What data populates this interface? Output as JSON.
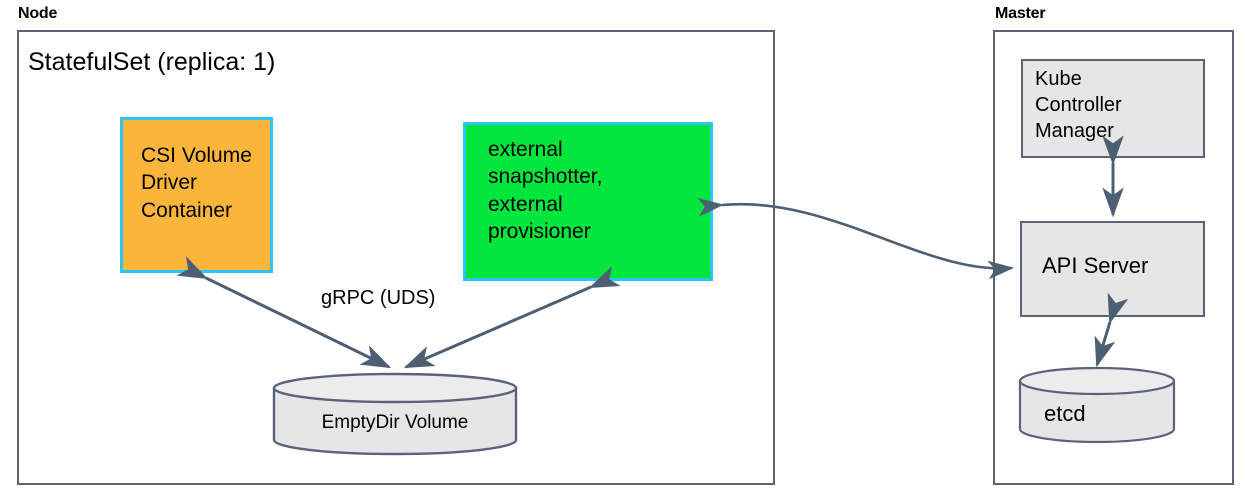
{
  "diagram": {
    "title": "Kubernetes CSI StatefulSet architecture",
    "colors": {
      "group_border": "#59647a",
      "gray_fill": "#e6e6e6",
      "gray_border": "#59647a",
      "orange_fill": "#fcb53b",
      "orange_border": "#2bc5f5",
      "green_fill": "#00e63c",
      "green_border": "#2bc5f5",
      "arrow": "#4d5f73",
      "text": "#000000"
    },
    "groups": [
      {
        "id": "node",
        "label": "Node",
        "title": "StatefulSet (replica: 1)"
      },
      {
        "id": "master",
        "label": "Master",
        "title": ""
      }
    ],
    "nodes": [
      {
        "id": "csi-volume-driver-container",
        "text": "CSI Volume\nDriver\nContainer",
        "style": "orange"
      },
      {
        "id": "external-snapshotter-provisioner",
        "text": "external\nsnapshotter,\nexternal\nprovisioner",
        "style": "green"
      },
      {
        "id": "emptydir-volume",
        "text": "EmptyDir Volume",
        "style": "cylinder"
      },
      {
        "id": "kube-controller-manager",
        "text": "Kube\nController\nManager",
        "style": "gray"
      },
      {
        "id": "api-server",
        "text": "API Server",
        "style": "gray"
      },
      {
        "id": "etcd",
        "text": "etcd",
        "style": "cylinder"
      }
    ],
    "edges": [
      {
        "id": "driver-to-volume",
        "label": "gRPC (UDS)",
        "from": "csi-volume-driver-container",
        "to": "emptydir-volume",
        "direction": "both"
      },
      {
        "id": "provisioner-to-volume",
        "label": "",
        "from": "external-snapshotter-provisioner",
        "to": "emptydir-volume",
        "direction": "both"
      },
      {
        "id": "provisioner-to-apiserver",
        "label": "",
        "from": "external-snapshotter-provisioner",
        "to": "api-server",
        "direction": "both"
      },
      {
        "id": "kcm-to-apiserver",
        "label": "",
        "from": "kube-controller-manager",
        "to": "api-server",
        "direction": "both"
      },
      {
        "id": "apiserver-to-etcd",
        "label": "",
        "from": "api-server",
        "to": "etcd",
        "direction": "both"
      }
    ]
  }
}
